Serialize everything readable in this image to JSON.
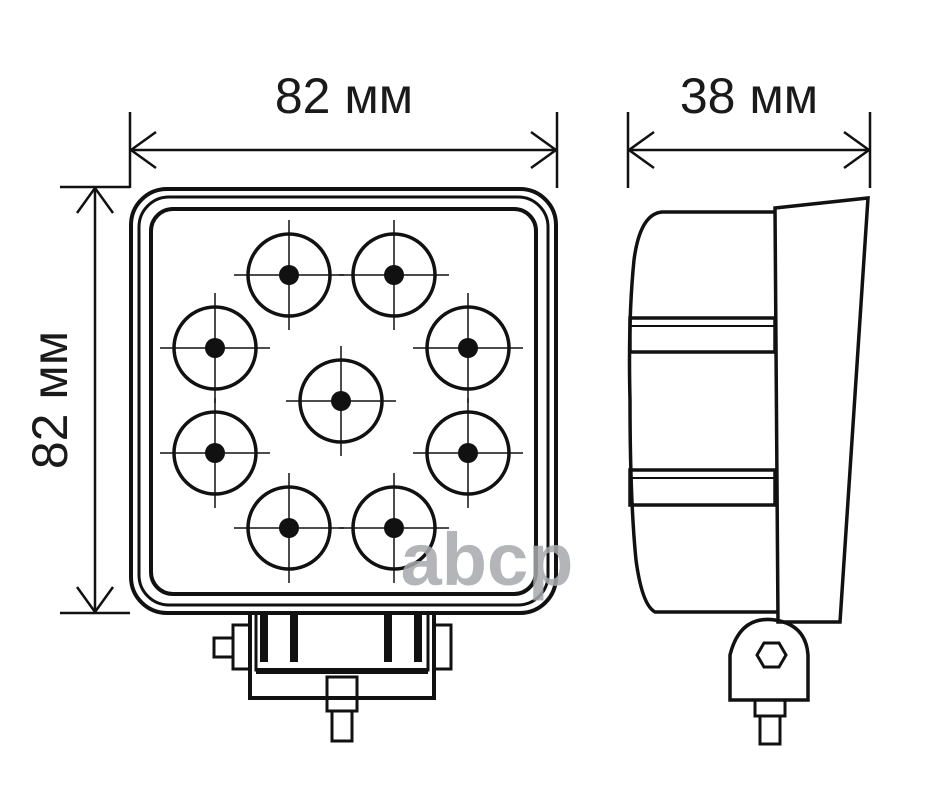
{
  "dimensions": {
    "width_label": "82 мм",
    "depth_label": "38 мм",
    "height_label": "82 мм"
  },
  "watermark": {
    "text": "abcp",
    "color": "#a7a9ac"
  },
  "colors": {
    "line": "#111111",
    "background": "#ffffff"
  },
  "front_view": {
    "led_count": 9
  },
  "icons": [
    "dimension-arrow",
    "led-crosshair",
    "hex-nut"
  ]
}
